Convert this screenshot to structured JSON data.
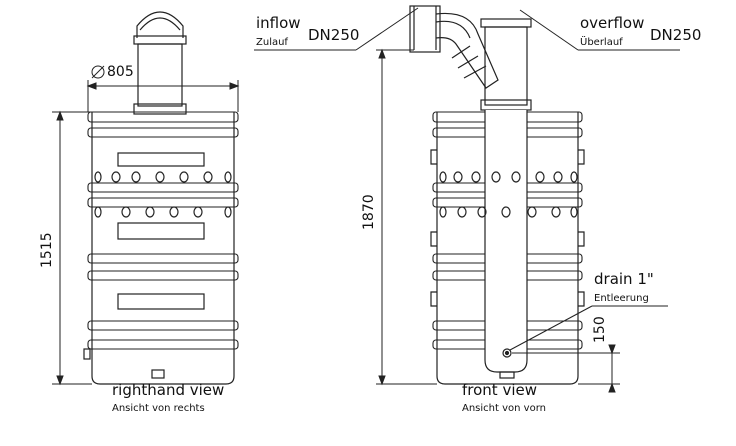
{
  "labels": {
    "inflow": "inflow",
    "inflow_de": "Zulauf",
    "inflow_size": "DN250",
    "overflow": "overflow",
    "overflow_de": "Überlauf",
    "overflow_size": "DN250",
    "diameter": "805",
    "height_right": "1515",
    "height_front": "1870",
    "drain": "drain  1\"",
    "drain_de": "Entleerung",
    "drain_height": "150",
    "right_view": "righthand view",
    "right_view_de": "Ansicht von rechts",
    "front_view": "front view",
    "front_view_de": "Ansicht von vorn"
  }
}
